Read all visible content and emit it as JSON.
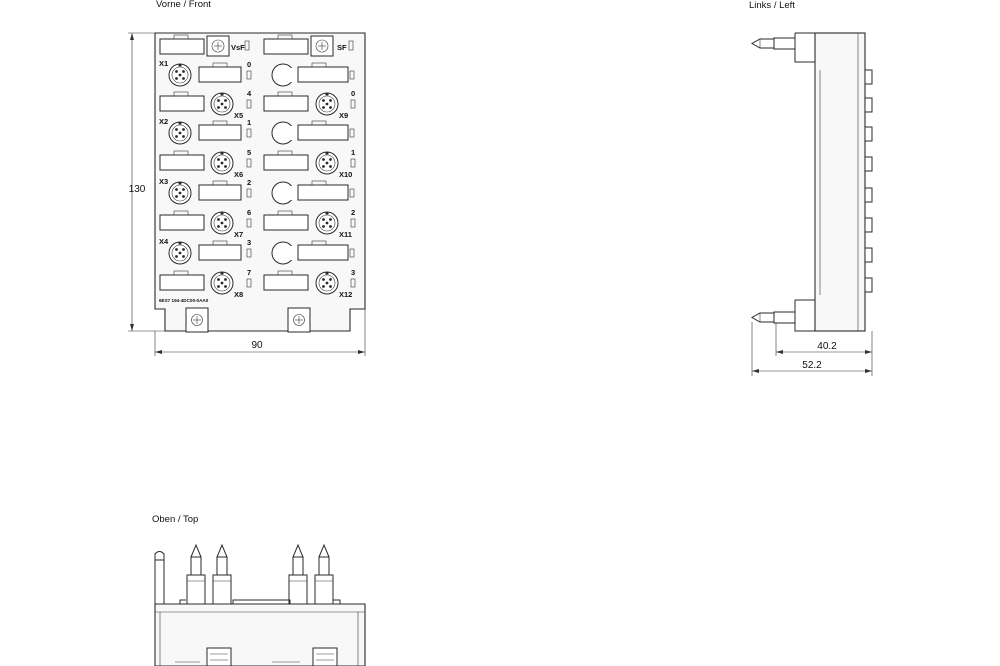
{
  "views": {
    "front": {
      "title": "Vorne / Front"
    },
    "left": {
      "title": "Links / Left"
    },
    "top": {
      "title": "Oben / Top"
    }
  },
  "dimensions": {
    "front_height": "130",
    "front_width": "90",
    "left_depth_1": "40.2",
    "left_depth_2": "52.2"
  },
  "front_labels": {
    "vsf": "VsF",
    "sf": "SF",
    "part_number": "6ES7 194-4DC00-0AA0",
    "left_upper": [
      "X1",
      "X2",
      "X3",
      "X4"
    ],
    "left_upper_ch": [
      "0",
      "1",
      "2",
      "3"
    ],
    "left_lower": [
      "X5",
      "X6",
      "X7",
      "X8"
    ],
    "left_lower_ch": [
      "4",
      "5",
      "6",
      "7"
    ],
    "right_lower": [
      "X9",
      "X10",
      "X11",
      "X12"
    ],
    "right_lower_ch": [
      "0",
      "1",
      "2",
      "3"
    ]
  },
  "colors": {
    "line": "#2a2a2a",
    "background": "#ffffff"
  }
}
